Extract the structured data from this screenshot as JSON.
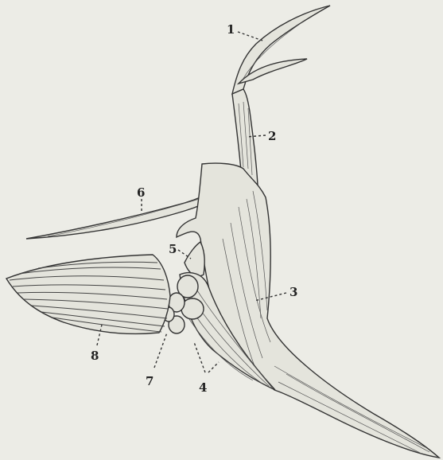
{
  "figure": {
    "labels": {
      "l1": "1",
      "l2": "2",
      "l3": "3",
      "l4": "4",
      "l5": "5",
      "l6": "6",
      "l7": "7",
      "l8": "8"
    }
  }
}
